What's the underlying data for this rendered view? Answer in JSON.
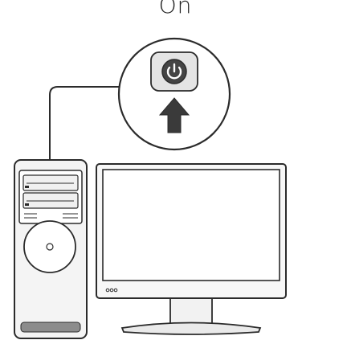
{
  "caption": "On",
  "illustration": {
    "callout_icons": [
      "power-button-icon",
      "up-arrow-icon"
    ],
    "devices": [
      "desktop-tower",
      "lcd-monitor"
    ]
  },
  "colors": {
    "stroke": "#2b2b2b",
    "fill_light": "#f2f2f2",
    "fill_mid": "#d8d8d8",
    "button_dark": "#444444",
    "arrow": "#3a3a3a"
  }
}
